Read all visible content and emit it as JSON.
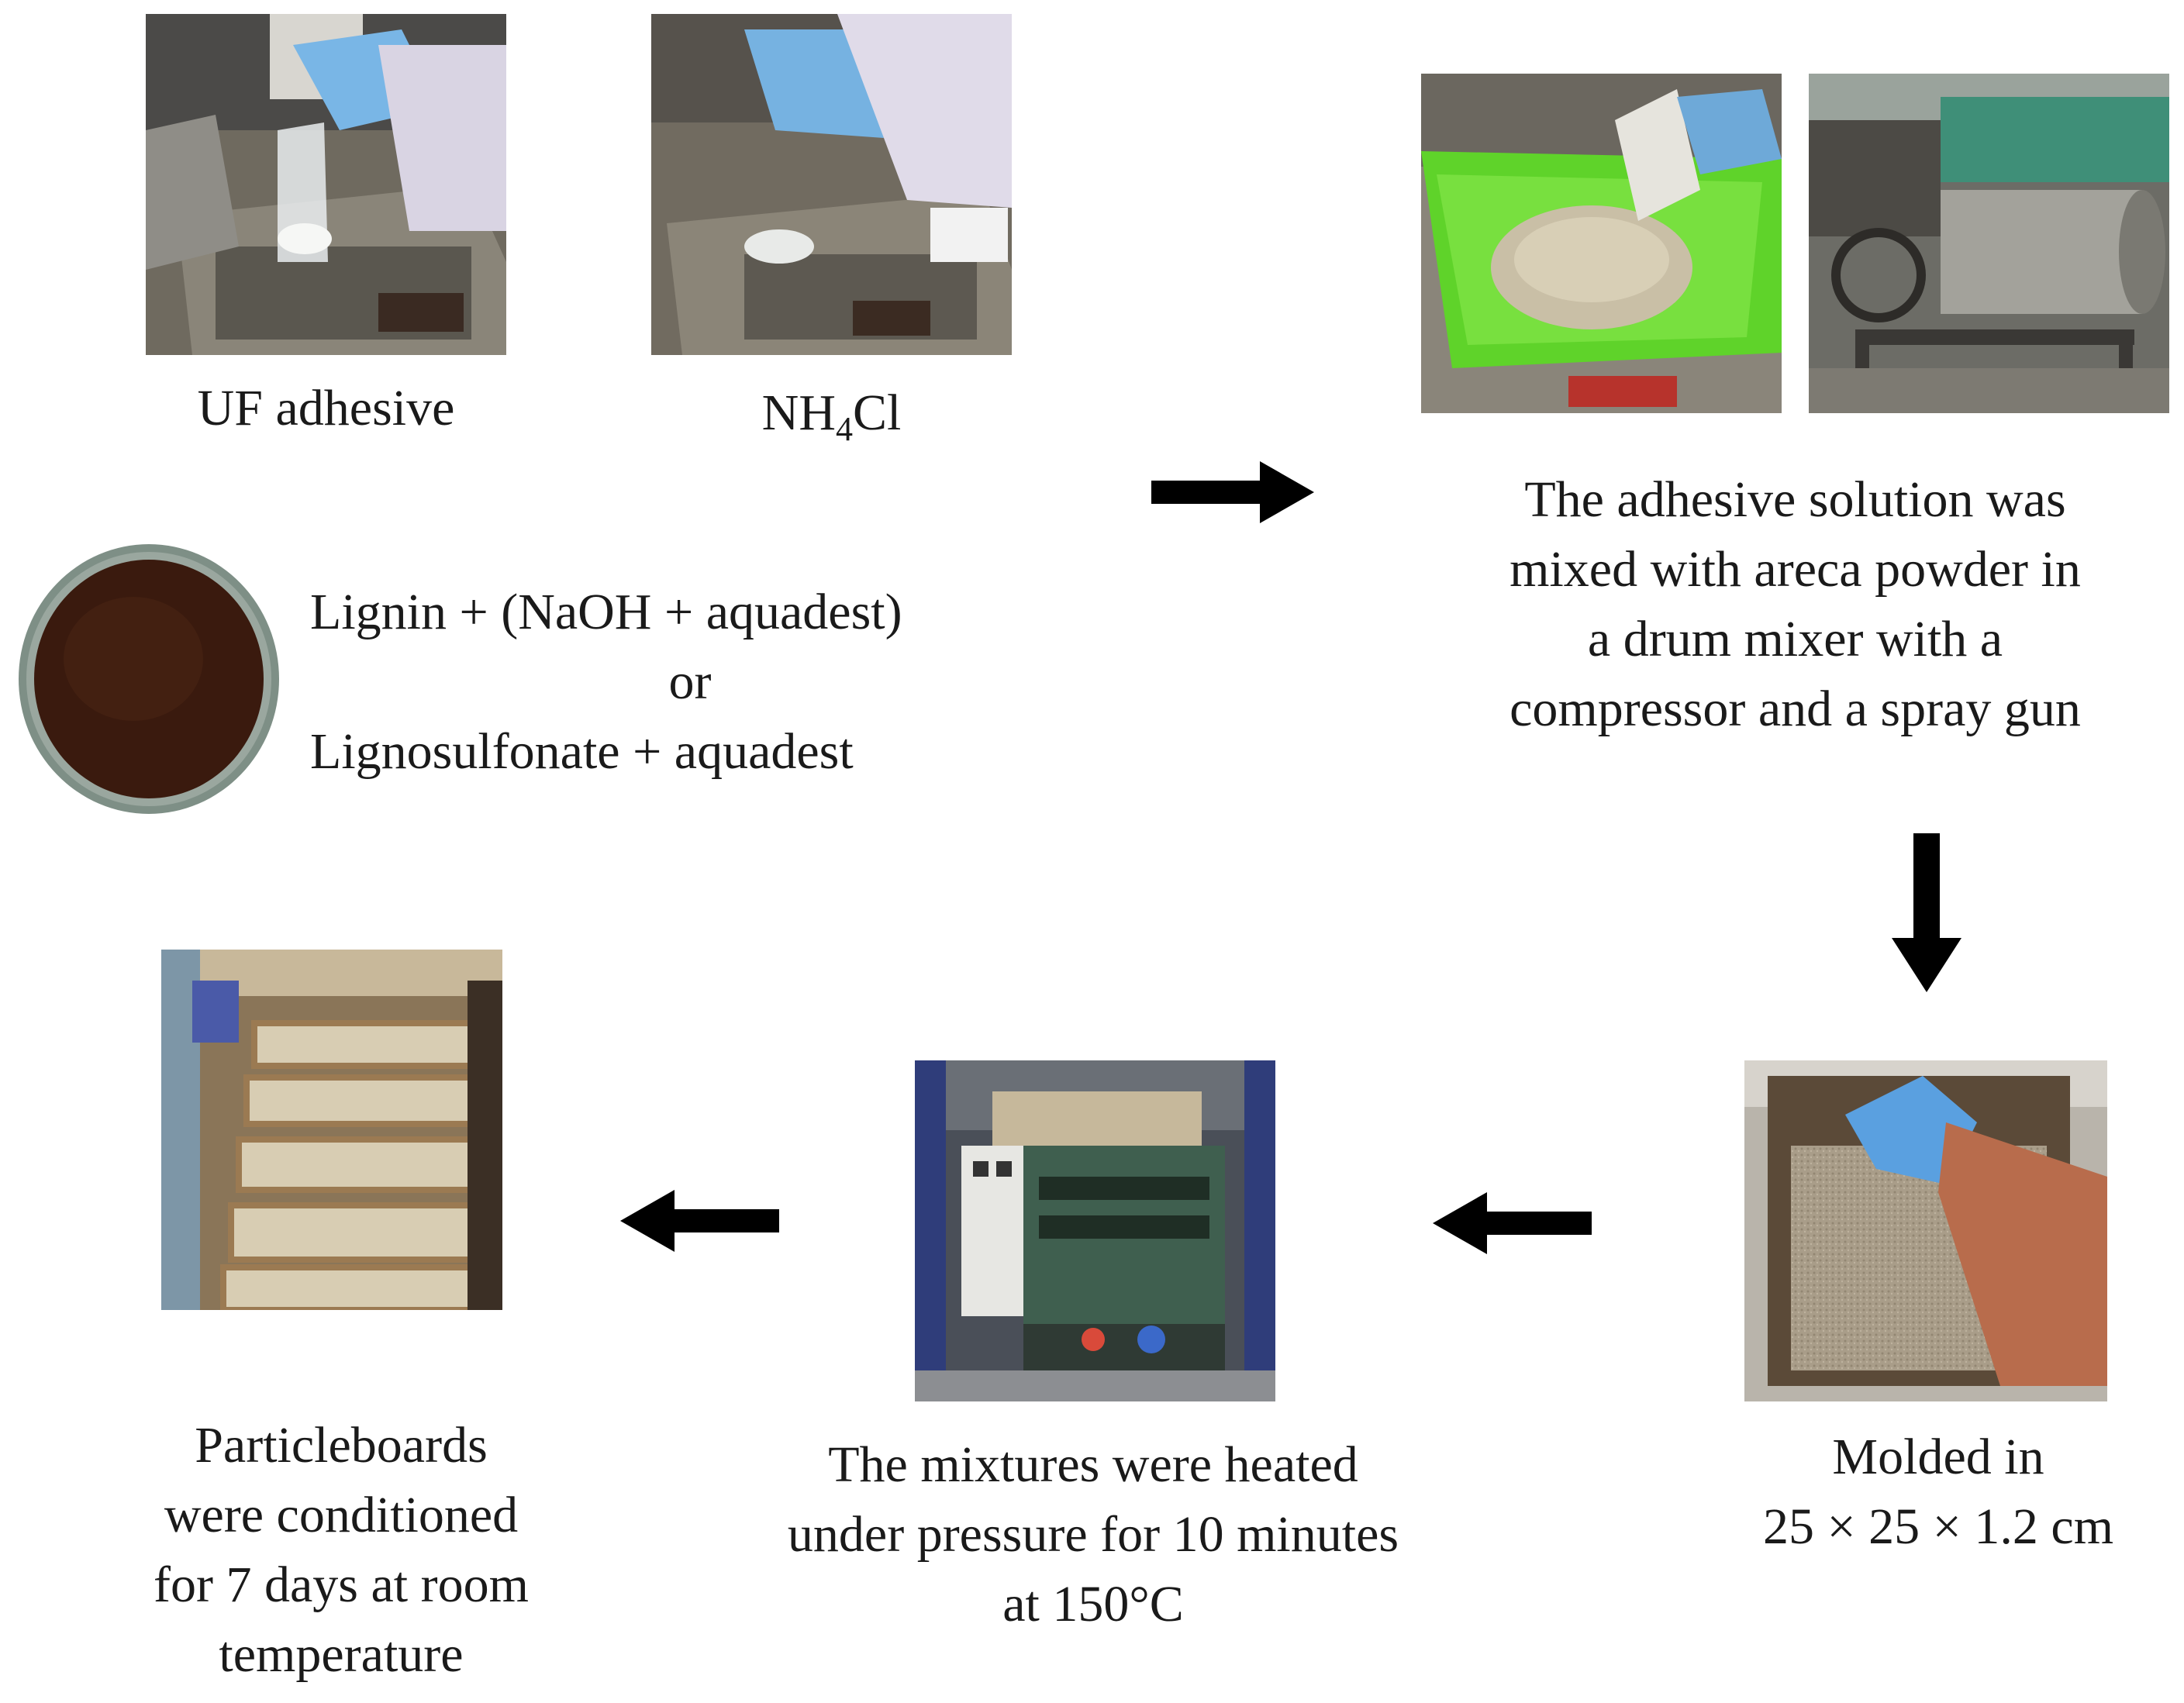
{
  "labels": {
    "uf_adhesive": "UF adhesive",
    "nh4cl_prefix": "NH",
    "nh4cl_sub": "4",
    "nh4cl_suffix": "Cl",
    "lignin_line1": "Lignin + (NaOH + aquadest)",
    "lignin_line2": "or",
    "lignin_line3": "Lignosulfonate + aquadest",
    "mix_line1": "The adhesive solution was",
    "mix_line2": "mixed with areca powder in",
    "mix_line3": "a drum mixer with a",
    "mix_line4": "compressor and a spray gun",
    "mold_line1": "Molded in",
    "mold_line2": "25 × 25 × 1.2 cm",
    "heat_line1": "The mixtures were heated",
    "heat_line2": "under pressure for 10 minutes",
    "heat_line3": "at 150°C",
    "cond_line1": "Particleboards",
    "cond_line2": "were conditioned",
    "cond_line3": "for 7 days at room",
    "cond_line4": "temperature"
  },
  "colors": {
    "lignin_powder": "#3a1a0e",
    "mixing_tub": "#5fd32a",
    "arrow": "#000000"
  },
  "icons": {
    "arrow_right": "arrow-right-icon",
    "arrow_down": "arrow-down-icon",
    "arrow_left": "arrow-left-icon"
  }
}
